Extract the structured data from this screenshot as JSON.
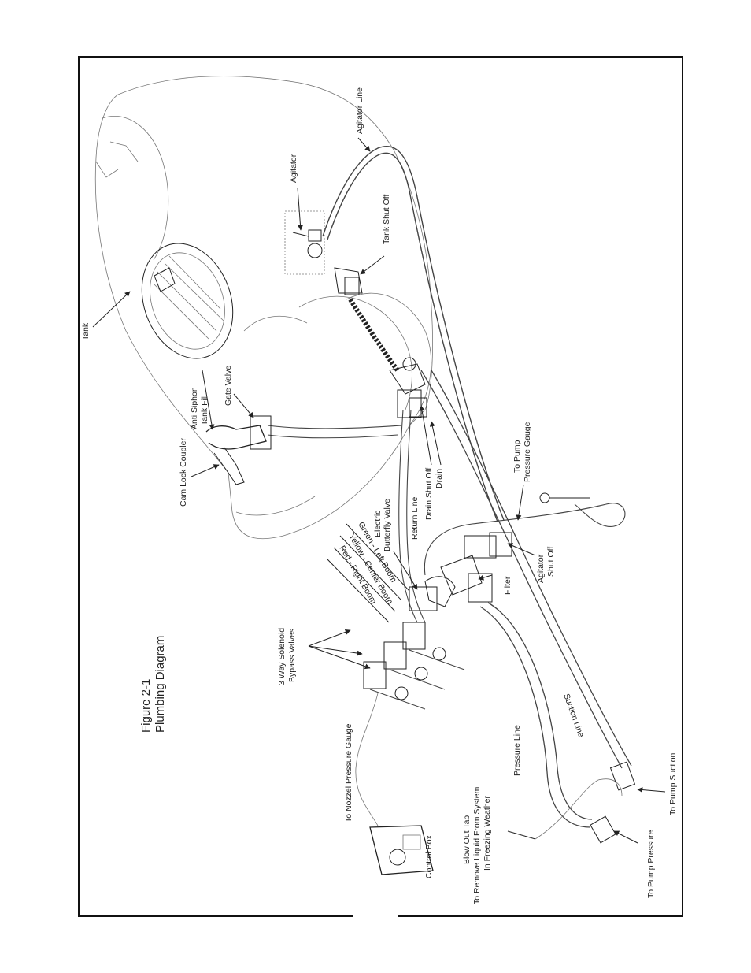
{
  "figure": {
    "number": "Figure 2-1",
    "title": "Plumbing Diagram"
  },
  "labels": {
    "tank": "Tank",
    "agitator_line": "Agitator Line",
    "agitator": "Agitator",
    "tank_shut_off": "Tank Shut Off",
    "anti_siphon_1": "Anti Siphon",
    "anti_siphon_2": "Tank Fill",
    "gate_valve": "Gate Valve",
    "cam_lock_coupler": "Cam Lock Coupler",
    "to_pump_pressure_gauge_1": "To Pump",
    "to_pump_pressure_gauge_2": "Pressure Gauge",
    "drain": "Drain",
    "drain_shut_off": "Drain Shut Off",
    "return_line": "Return Line",
    "electric_butterfly_1": "Electric",
    "electric_butterfly_2": "Butterfly Valve",
    "green_left_boom": "Green - Left Boom",
    "yellow_center_boom": "Yellow - Center Boom",
    "red_right_boom": "Red - Right Boom",
    "agitator_shut_off_1": "Agitator",
    "agitator_shut_off_2": "Shut Off",
    "filter": "Filter",
    "solenoid_1": "3 Way Solenoid",
    "solenoid_2": "Bypass Valves",
    "to_nozzel_pressure_gauge": "To Nozzel Pressure Gauge",
    "control_box": "Control Box",
    "pressure_line": "Pressure Line",
    "suction_line": "Suction Line",
    "to_pump_suction": "To Pump Suction",
    "blow_out_tap_1": "Blow Out Tap",
    "blow_out_tap_2": "To Remove Liquid From System",
    "blow_out_tap_3": "In Freezing Weather",
    "to_pump_pressure": "To Pump Pressure"
  }
}
